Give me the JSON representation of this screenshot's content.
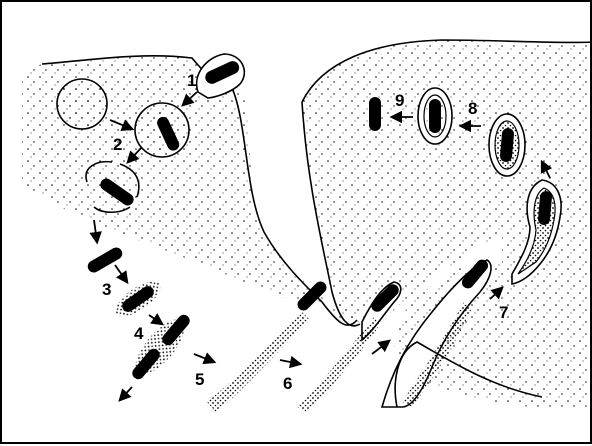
{
  "figure": {
    "step_labels": [
      "1",
      "2",
      "3",
      "4",
      "5",
      "6",
      "7",
      "8",
      "9"
    ]
  }
}
